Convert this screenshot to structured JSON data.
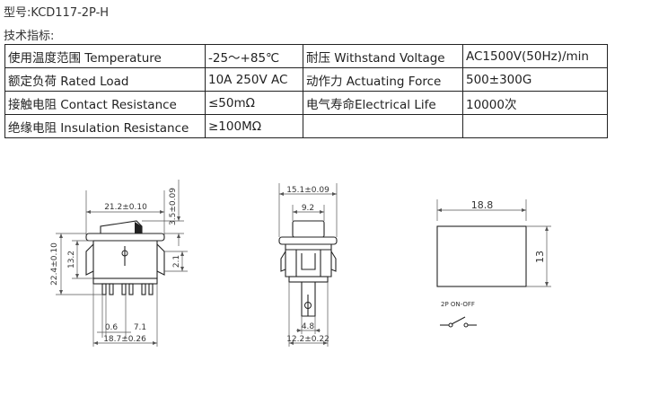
{
  "header": {
    "model_line": "型号:KCD117-2P-H",
    "spec_heading": "技术指标:"
  },
  "specs": {
    "rows": [
      [
        "使用温度范围 Temperature",
        "-25～+85℃",
        "耐压 Withstand Voltage",
        "AC1500V(50Hz)/min"
      ],
      [
        "额定负荷 Rated Load",
        "10A 250V AC",
        "动作力 Actuating Force",
        "500±300G"
      ],
      [
        "接触电阻 Contact Resistance",
        "≤50mΩ",
        "电气寿命Electrical Life",
        "10000次"
      ],
      [
        "绝缘电阻 Insulation Resistance",
        "≥100MΩ",
        "",
        ""
      ]
    ]
  },
  "drawings": {
    "side_view": {
      "top_width": "21.2±0.10",
      "rocker_height": "3.5±0.09",
      "overall_height": "22.4±0.10",
      "body_height": "13.2",
      "clip_offset": "2.1",
      "terminal_gap": "0.6",
      "terminal_pitch": "7.1",
      "bottom_width": "18.7±0.26"
    },
    "front_view": {
      "top_width": "15.1±0.09",
      "rocker_width": "9.2",
      "terminal_width": "4.8",
      "bottom_width": "12.2±0.22"
    },
    "panel_cutout": {
      "width": "18.8",
      "height": "13"
    },
    "schematic": {
      "label": "2P ON-OFF"
    }
  }
}
